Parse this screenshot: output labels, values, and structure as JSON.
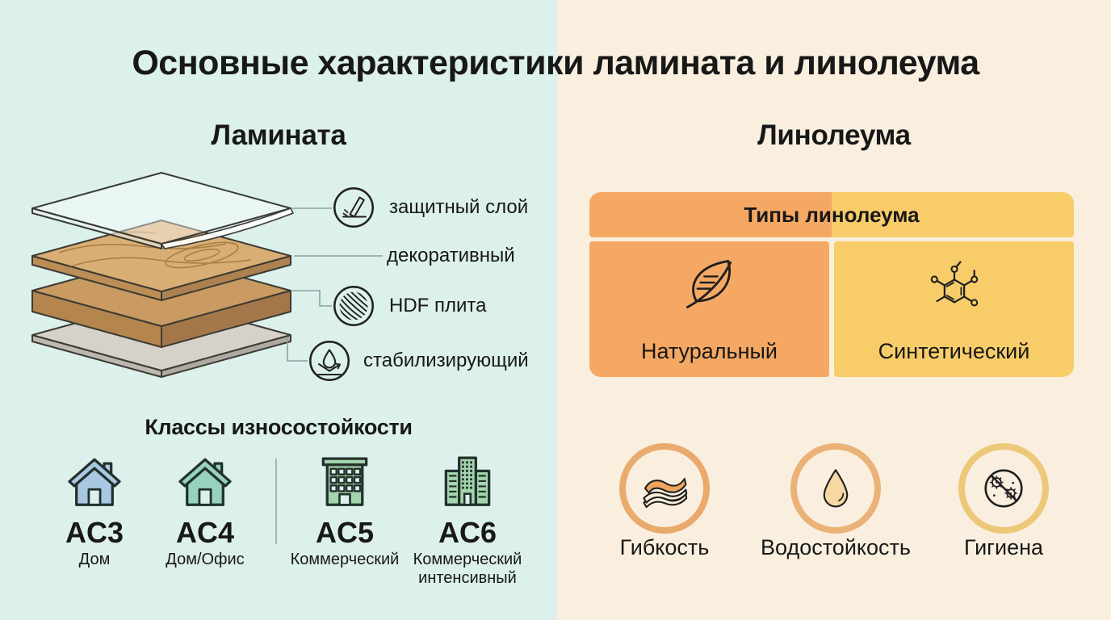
{
  "title": "Основные характеристики ламината и линолеума",
  "left": {
    "heading": "Ламината",
    "layer_labels": {
      "protective": "защитный слой",
      "decorative": "декоративный",
      "hdf": "HDF плита",
      "stabilizing": "стабилизирующий"
    },
    "wear": {
      "heading": "Классы износостойкости",
      "classes": [
        {
          "code": "AC3",
          "scope": "Дом"
        },
        {
          "code": "AC4",
          "scope": "Дом/Офис"
        },
        {
          "code": "AC5",
          "scope": "Коммерческий"
        },
        {
          "code": "AC6",
          "scope": "Коммерческий интенсивный"
        }
      ]
    }
  },
  "right": {
    "heading": "Линолеума",
    "table": {
      "header": "Типы линолеума",
      "natural": "Натуральный",
      "synthetic": "Синтетический"
    },
    "features": [
      {
        "label": "Гибкость"
      },
      {
        "label": "Водостойкость"
      },
      {
        "label": "Гигиена"
      }
    ]
  },
  "icons": {
    "protective": "pencil-icon",
    "hdf": "fiber-ball-icon",
    "stabilizing": "water-bounce-icon",
    "ac3": "house-icon",
    "ac4": "house-icon",
    "ac5": "office-building-icon",
    "ac6": "towers-icon",
    "natural": "leaf-icon",
    "synthetic": "molecule-icon",
    "features": [
      "flexible-sheet-icon",
      "water-drop-icon",
      "no-bacteria-icon"
    ]
  },
  "colors": {
    "bg_left": "#dcf0ec",
    "bg_right": "#faefdf",
    "orange_cell": "#f4a863",
    "yellow_cell": "#f8cd69",
    "house_blue": "#a9c9e2",
    "house_teal": "#96d2bc",
    "building_green": "#a3d5ac",
    "ring_flex": "#e8aa6d",
    "ring_water": "#eab277",
    "ring_hygiene": "#ecc878",
    "ink": "#181818"
  }
}
